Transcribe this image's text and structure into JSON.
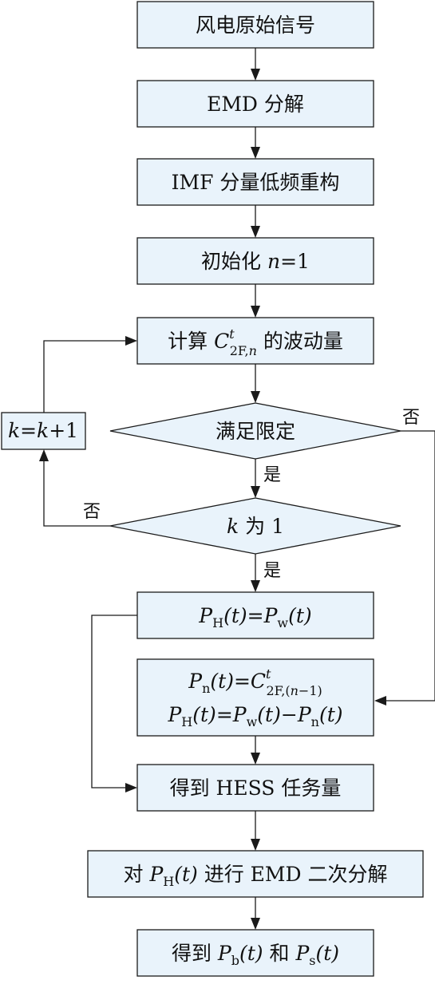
{
  "nodes": {
    "n1": "风电原始信号",
    "n2": "EMD 分解",
    "n3": "IMF 分量低频重构",
    "n4_prefix": "初始化 ",
    "n4_var": "n",
    "n4_eq": "=1",
    "n5_prefix": "计算 ",
    "n5_C": "C",
    "n5_sub": "2F,",
    "n5_subvar": "n",
    "n5_sup": "t",
    "n5_suffix": " 的波动量",
    "d1": "满足限定",
    "d2_var": "k",
    "d2_suffix": " 为 1",
    "kbox_k1": "k",
    "kbox_eq": "=",
    "kbox_k2": "k",
    "kbox_plus": "+1",
    "b1": {
      "P": "P",
      "subH": "H",
      "t1": "(t)",
      "eq": "=",
      "P2": "P",
      "subw": "w",
      "t2": "(t)"
    },
    "b2_line1": {
      "P": "P",
      "subn": "n",
      "t": "(t)",
      "eq": "=",
      "C": "C",
      "sub": "2F,(",
      "subvar": "n",
      "subend": "−1)",
      "sup": "t"
    },
    "b2_line2": {
      "P": "P",
      "subH": "H",
      "t1": "(t)",
      "eq": "=",
      "P2": "P",
      "subw": "w",
      "t2": "(t)",
      "minus": "−",
      "P3": "P",
      "subn": "n",
      "t3": "(t)"
    },
    "n8": "得到 HESS 任务量",
    "n9_prefix": "对 ",
    "n9_P": "P",
    "n9_sub": "H",
    "n9_t": "(t)",
    "n9_suffix": " 进行 EMD 二次分解",
    "n10_prefix": "得到 ",
    "n10_P1": "P",
    "n10_sub1": "b",
    "n10_t1": "(t)",
    "n10_mid": " 和 ",
    "n10_P2": "P",
    "n10_sub2": "s",
    "n10_t2": "(t)"
  },
  "labels": {
    "no_right": "否",
    "yes_1": "是",
    "no_left": "否",
    "yes_2": "是"
  },
  "colors": {
    "box_fill": "#e9f3fb",
    "stroke": "#1a1a1a"
  }
}
